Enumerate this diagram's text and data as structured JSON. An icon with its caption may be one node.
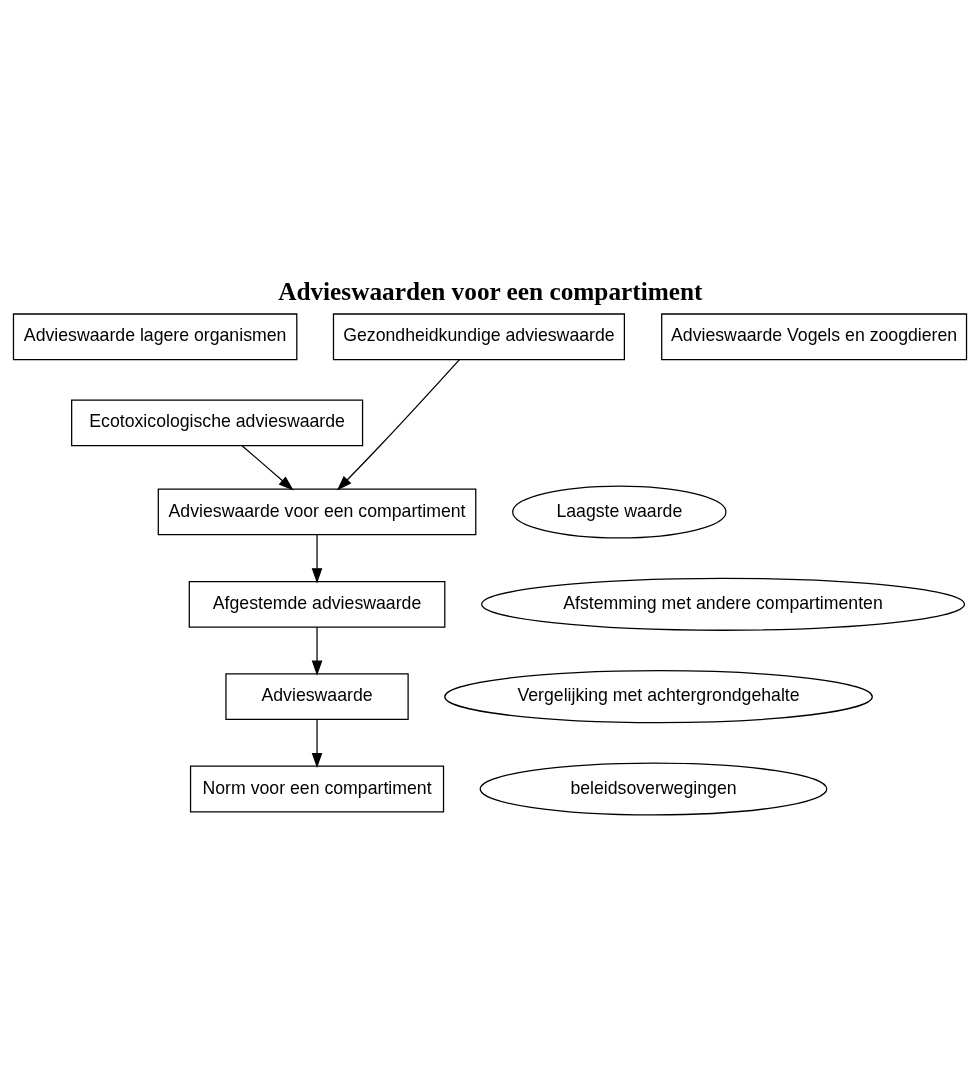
{
  "diagram": {
    "title": "Advieswaarden voor een compartiment",
    "nodes": [
      {
        "text": [
          "Advieswaarde lagere organismen"
        ]
      },
      {
        "text": [
          "Advieswaarde Vogels en zoogdieren"
        ]
      },
      {
        "text": [
          "Gezondheidkundige advieswaarde"
        ]
      },
      {
        "text": [
          "Ecotoxicologische advieswaarde"
        ]
      },
      {
        "text": [
          "Laagste waarde"
        ]
      },
      {
        "text": [
          "Advieswaarde voor een compartiment"
        ]
      },
      {
        "text": [
          "Afstemming met andere compartimenten"
        ]
      },
      {
        "text": [
          "Afgestemde advieswaarde"
        ]
      },
      {
        "text": [
          "Vergelijking met achtergrondgehalte"
        ]
      },
      {
        "text": [
          "Advieswaarde"
        ]
      },
      {
        "text": [
          "beleidsoverwegingen"
        ]
      },
      {
        "text": [
          "Norm voor een compartiment"
        ]
      }
    ],
    "edges": [
      {
        "from": 3,
        "to": 5,
        "arrow": "to"
      },
      {
        "from": 2,
        "to": 5,
        "arrow": "to"
      },
      {
        "from": 5,
        "to": 7,
        "arrow": "to"
      },
      {
        "from": 7,
        "to": 9,
        "arrow": "to"
      },
      {
        "from": 9,
        "to": 11,
        "arrow": "to"
      }
    ]
  }
}
